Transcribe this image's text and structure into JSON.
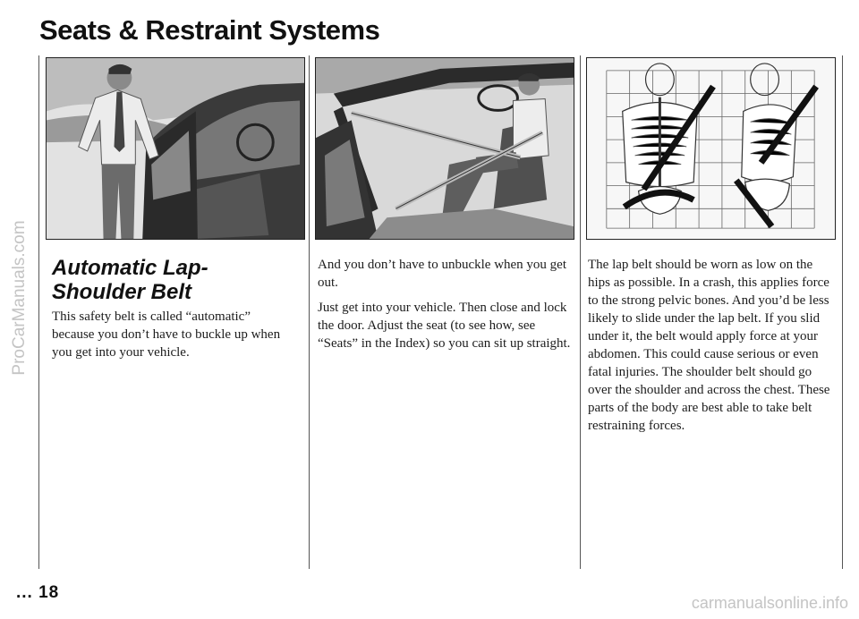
{
  "page": {
    "title": "Seats & Restraint Systems",
    "page_number": "... 18"
  },
  "figures": [
    {
      "description": "man-opening-car-door"
    },
    {
      "description": "man-seated-in-car-with-automatic-belt"
    },
    {
      "description": "skeleton-lap-belt-position-diagram"
    }
  ],
  "left_column": {
    "heading": "Automatic Lap-Shoulder Belt",
    "paragraphs": [
      "This safety belt is called “automatic” because you don’t have to buckle up when you get into your vehicle."
    ]
  },
  "middle_column": {
    "paragraphs": [
      "And you don’t have to unbuckle when you get out.",
      "Just get into your vehicle. Then close and lock the door. Adjust the seat (to see how, see “Seats” in the Index) so you can sit up straight."
    ]
  },
  "right_column": {
    "paragraphs": [
      "The lap belt should be worn as low on the hips as possible. In a crash, this applies force to the strong pelvic bones. And you’d be less likely to slide under the lap belt. If you slid under it, the belt would apply force at your abdomen. This could cause serious or even fatal injuries. The shoulder belt should go over the shoulder and across the chest. These parts of the body are best able to take belt restraining forces."
    ]
  },
  "watermarks": {
    "side": "ProCarManuals.com",
    "bottom": "carmanualsonline.info"
  },
  "colors": {
    "text": "#1a1a1a",
    "rule": "#555555",
    "watermark": "#c4c4c4"
  }
}
